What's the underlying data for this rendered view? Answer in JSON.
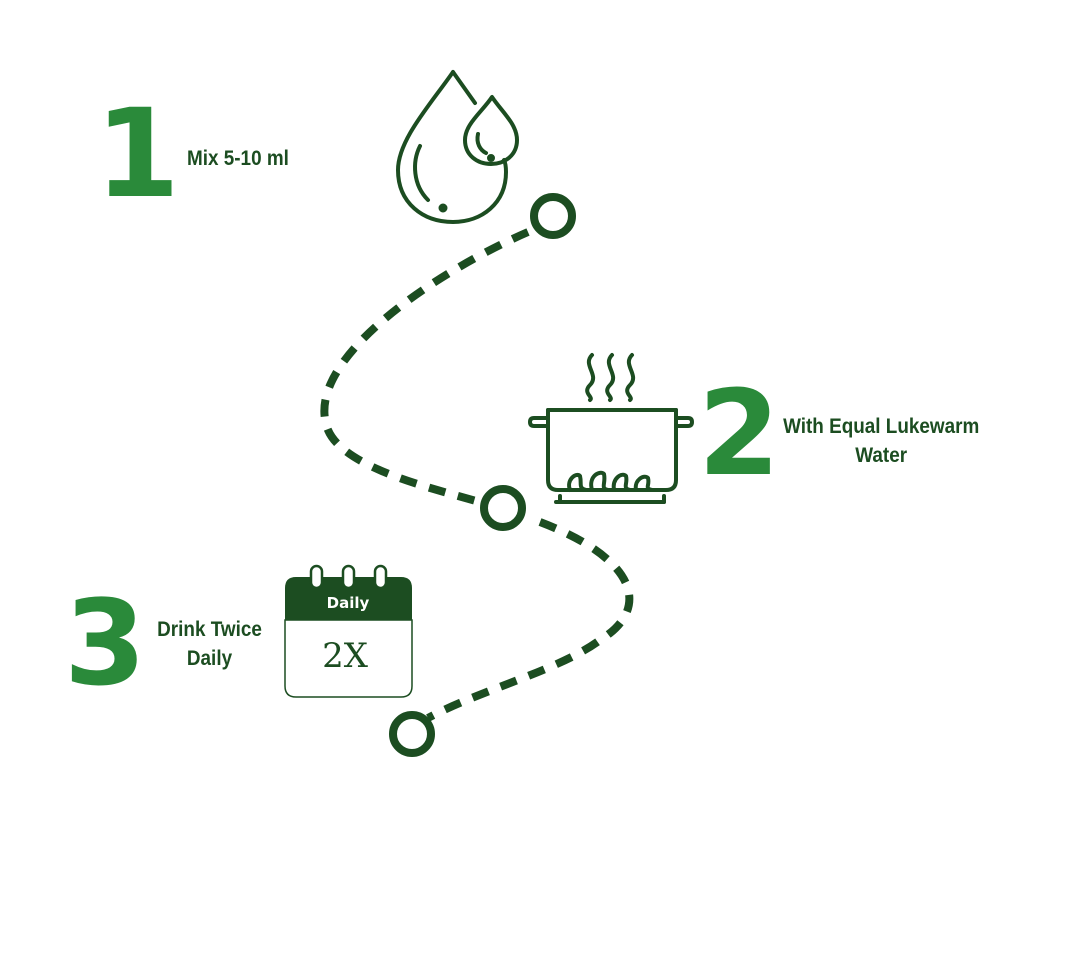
{
  "colors": {
    "accent": "#2a8a3a",
    "dark": "#1c4d21",
    "background": "#ffffff"
  },
  "steps": [
    {
      "number": "1",
      "label": "Mix 5-10 ml",
      "icon": "water-drops-icon"
    },
    {
      "number": "2",
      "label_line1": "With Equal Lukewarm",
      "label_line2": "Water",
      "icon": "cooking-pot-icon"
    },
    {
      "number": "3",
      "label_line1": "Drink Twice",
      "label_line2": "Daily",
      "icon": "calendar-icon"
    }
  ],
  "calendar": {
    "header": "Daily",
    "body": "2X"
  }
}
